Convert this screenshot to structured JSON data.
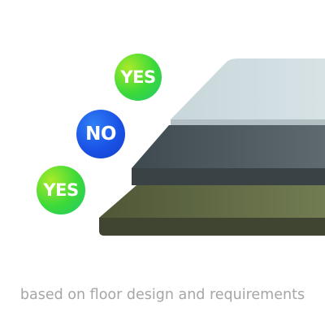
{
  "badges": {
    "top": {
      "label": "YES",
      "icon": "yes-badge-icon"
    },
    "middle": {
      "label": "NO",
      "icon": "no-badge-icon"
    },
    "bottom": {
      "label": "YES",
      "icon": "yes-badge-icon"
    }
  },
  "caption": "based on floor design and requirements",
  "colors": {
    "yes_green": "#3bd93a",
    "no_blue": "#1a52e6",
    "top_layer": "#d3dfe2",
    "middle_layer": "#4e5a5f",
    "bottom_layer": "#606a45",
    "caption_text": "#a6a6a6"
  }
}
